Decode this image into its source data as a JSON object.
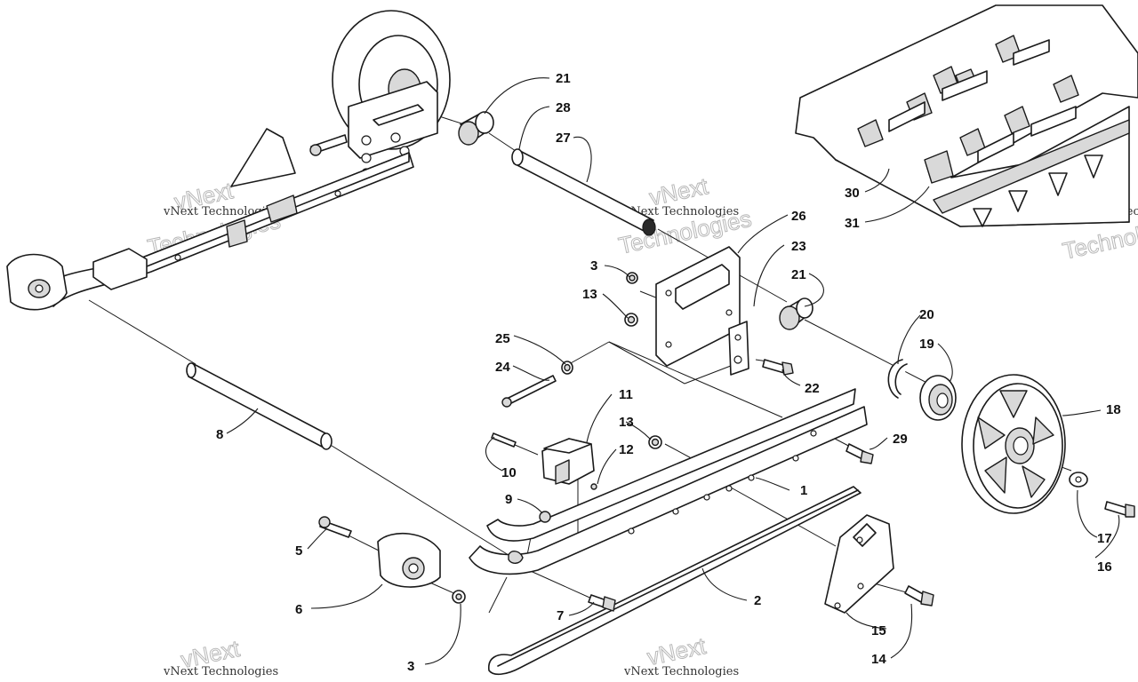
{
  "watermark": {
    "brand_big": "vNext",
    "brand_line": "vNext Technologies",
    "brand_word": "Technologies"
  },
  "callouts": {
    "c1": "1",
    "c2": "2",
    "c3a": "3",
    "c3b": "3",
    "c5": "5",
    "c6": "6",
    "c7": "7",
    "c8": "8",
    "c9": "9",
    "c10": "10",
    "c11": "11",
    "c12": "12",
    "c13a": "13",
    "c13b": "13",
    "c14": "14",
    "c15": "15",
    "c16": "16",
    "c17": "17",
    "c18": "18",
    "c19": "19",
    "c20": "20",
    "c21a": "21",
    "c21b": "21",
    "c22": "22",
    "c23": "23",
    "c24": "24",
    "c25": "25",
    "c26": "26",
    "c27": "27",
    "c28": "28",
    "c29": "29",
    "c30": "30",
    "c31": "31"
  }
}
